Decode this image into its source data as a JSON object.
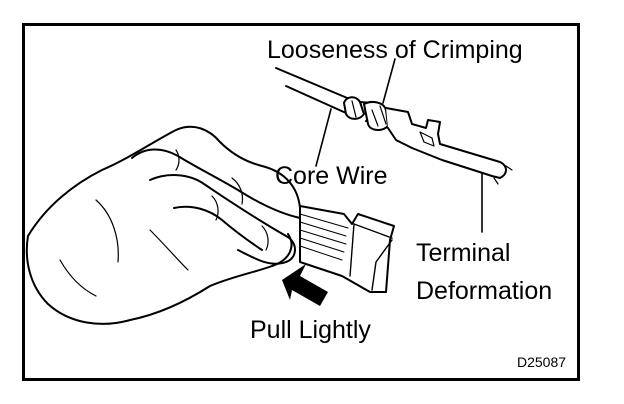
{
  "labels": {
    "crimping": "Looseness of Crimping",
    "core_wire": "Core Wire",
    "terminal_line1": "Terminal",
    "terminal_line2": "Deformation",
    "pull": "Pull Lightly",
    "figure_code": "D25087"
  },
  "colors": {
    "ink": "#000000",
    "paper": "#ffffff"
  }
}
